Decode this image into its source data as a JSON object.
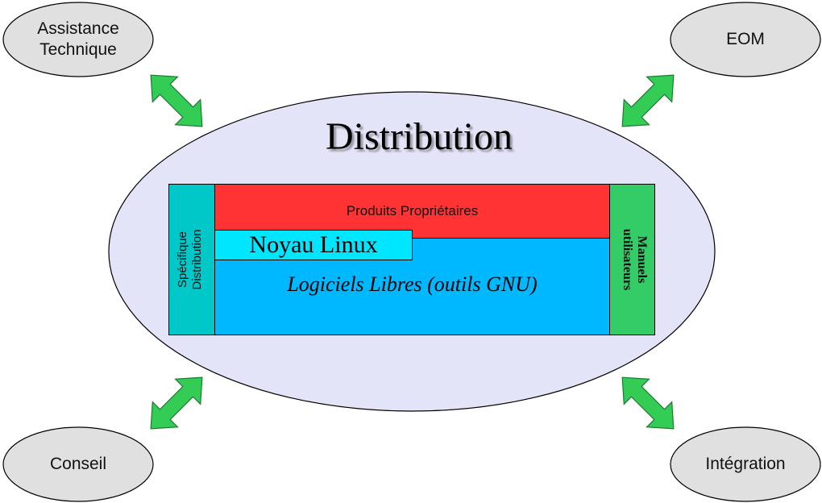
{
  "diagram": {
    "center": {
      "title": "Distribution"
    },
    "blocks": {
      "specifique": {
        "line1": "Spécifique",
        "line2": "Distribution"
      },
      "produits": "Produits Propriétaires",
      "noyau": "Noyau Linux",
      "logiciels": "Logiciels Libres (outils GNU)",
      "manuels": {
        "line1": "Manuels",
        "line2": "utilisateurs"
      }
    },
    "satellites": {
      "top_left": {
        "line1": "Assistance",
        "line2": "Technique"
      },
      "top_right": "EOM",
      "bottom_left": "Conseil",
      "bottom_right": "Intégration"
    },
    "colors": {
      "center_ellipse": "#e4e4f8",
      "satellite_ellipse": "#e0e0e0",
      "arrow": "#33cc55",
      "specifique_block": "#00c8c8",
      "produits_block": "#ff3333",
      "noyau_block": "#00e6ff",
      "logiciels_block": "#00b8ff",
      "manuels_block": "#33cc66"
    }
  }
}
